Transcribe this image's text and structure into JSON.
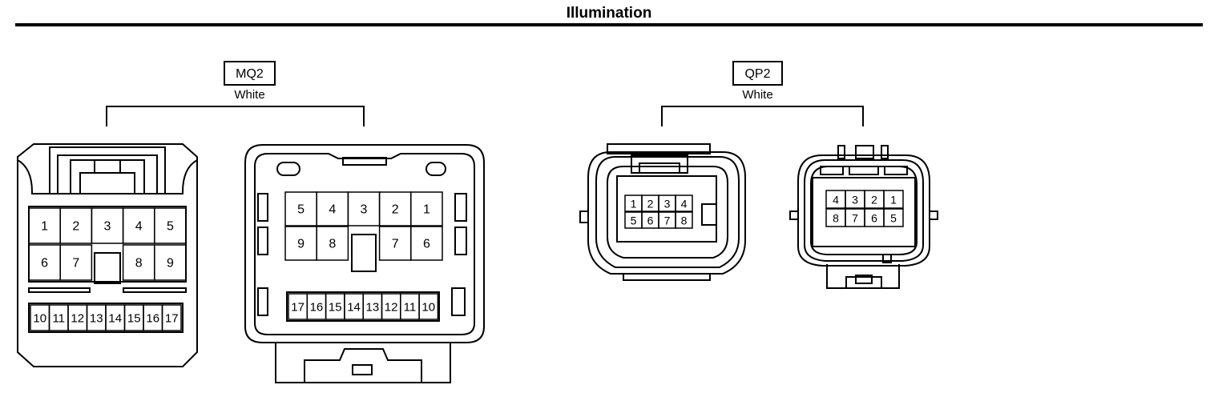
{
  "title": "Illumination",
  "colors": {
    "line": "#000000",
    "background": "#ffffff"
  },
  "connectors": [
    {
      "id": "MQ2",
      "label": "MQ2",
      "color_label": "White",
      "views": [
        {
          "pins_top": [
            "1",
            "2",
            "3",
            "4",
            "5"
          ],
          "pins_mid": [
            "6",
            "7",
            "",
            "8",
            "9"
          ],
          "pins_bottom": [
            "10",
            "11",
            "12",
            "13",
            "14",
            "15",
            "16",
            "17"
          ]
        },
        {
          "pins_top": [
            "5",
            "4",
            "3",
            "2",
            "1"
          ],
          "pins_mid": [
            "9",
            "8",
            "",
            "7",
            "6"
          ],
          "pins_bottom": [
            "17",
            "16",
            "15",
            "14",
            "13",
            "12",
            "11",
            "10"
          ]
        }
      ]
    },
    {
      "id": "QP2",
      "label": "QP2",
      "color_label": "White",
      "views": [
        {
          "pins_top": [
            "1",
            "2",
            "3",
            "4"
          ],
          "pins_bottom": [
            "5",
            "6",
            "7",
            "8"
          ]
        },
        {
          "pins_top": [
            "4",
            "3",
            "2",
            "1"
          ],
          "pins_bottom": [
            "8",
            "7",
            "6",
            "5"
          ]
        }
      ]
    }
  ]
}
